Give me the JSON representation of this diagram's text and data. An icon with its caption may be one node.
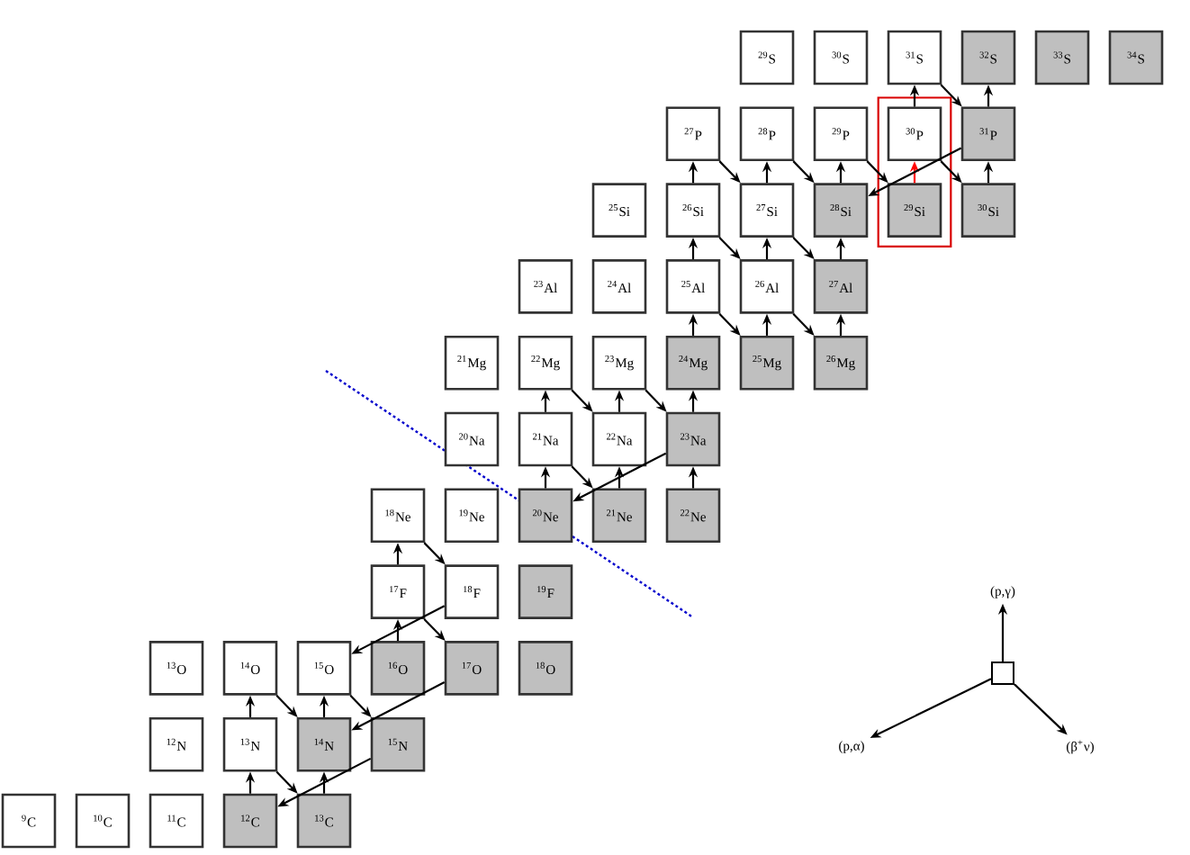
{
  "diagram": {
    "nodes": [
      {
        "text": [
          "$^{29}$S"
        ]
      },
      {
        "text": [
          "$^{30}$S"
        ]
      },
      {
        "text": [
          "$^{31}$S"
        ]
      },
      {
        "text": [
          "$^{32}$S"
        ]
      },
      {
        "text": [
          "$^{33}$S"
        ]
      },
      {
        "text": [
          "$^{34}$S"
        ]
      },
      {
        "text": [
          "$^{27}$P"
        ]
      },
      {
        "text": [
          "$^{28}$P"
        ]
      },
      {
        "text": [
          "$^{29}$P"
        ]
      },
      {
        "text": [
          "$^{30}$P"
        ]
      },
      {
        "text": [
          "$^{31}$P"
        ]
      },
      {
        "text": [
          "$^{25}$Si"
        ]
      },
      {
        "text": [
          "$^{26}$Si"
        ]
      },
      {
        "text": [
          "$^{27}$Si"
        ]
      },
      {
        "text": [
          "$^{28}$Si"
        ]
      },
      {
        "text": [
          "$^{29}$Si"
        ]
      },
      {
        "text": [
          "$^{30}$Si"
        ]
      },
      {
        "text": [
          "$^{23}$Al"
        ]
      },
      {
        "text": [
          "$^{24}$Al"
        ]
      },
      {
        "text": [
          "$^{25}$Al"
        ]
      },
      {
        "text": [
          "$^{26}$Al"
        ]
      },
      {
        "text": [
          "$^{27}$Al"
        ]
      },
      {
        "text": [
          "$^{21}$Mg"
        ]
      },
      {
        "text": [
          "$^{22}$Mg"
        ]
      },
      {
        "text": [
          "$^{23}$Mg"
        ]
      },
      {
        "text": [
          "$^{24}$Mg"
        ]
      },
      {
        "text": [
          "$^{25}$Mg"
        ]
      },
      {
        "text": [
          "$^{26}$Mg"
        ]
      },
      {
        "text": [
          "$^{20}$Na"
        ]
      },
      {
        "text": [
          "$^{21}$Na"
        ]
      },
      {
        "text": [
          "$^{22}$Na"
        ]
      },
      {
        "text": [
          "$^{23}$Na"
        ]
      },
      {
        "text": [
          "$^{18}$Ne"
        ]
      },
      {
        "text": [
          "$^{19}$Ne"
        ]
      },
      {
        "text": [
          "$^{20}$Ne"
        ]
      },
      {
        "text": [
          "$^{21}$Ne"
        ]
      },
      {
        "text": [
          "$^{22}$Ne"
        ]
      },
      {
        "text": [
          "$^{17}$F"
        ]
      },
      {
        "text": [
          "$^{18}$F"
        ]
      },
      {
        "text": [
          "$^{19}$F"
        ]
      },
      {
        "text": [
          "$^{13}$O"
        ]
      },
      {
        "text": [
          "$^{14}$O"
        ]
      },
      {
        "text": [
          "$^{15}$O"
        ]
      },
      {
        "text": [
          "$^{16}$O"
        ]
      },
      {
        "text": [
          "$^{17}$O"
        ]
      },
      {
        "text": [
          "$^{18}$O"
        ]
      },
      {
        "text": [
          "$^{12}$N"
        ]
      },
      {
        "text": [
          "$^{13}$N"
        ]
      },
      {
        "text": [
          "$^{14}$N"
        ]
      },
      {
        "text": [
          "$^{15}$N"
        ]
      },
      {
        "text": [
          "$^{9}$C"
        ]
      },
      {
        "text": [
          "$^{10}$C"
        ]
      },
      {
        "text": [
          "$^{11}$C"
        ]
      },
      {
        "text": [
          "$^{12}$C"
        ]
      },
      {
        "text": [
          "$^{13}$C"
        ]
      },
      {
        "text": [
          "(p,γ)"
        ]
      },
      {
        "text": [],
        "shape": "box"
      },
      {
        "text": [
          "(p,α)"
        ]
      },
      {
        "text": [
          "(β$^{+}$ν)"
        ]
      }
    ],
    "edges": [
      {
        "from": 53,
        "to": 47,
        "arrow": "to"
      },
      {
        "from": 47,
        "to": 54,
        "arrow": "to"
      },
      {
        "from": 54,
        "to": 48,
        "arrow": "to"
      },
      {
        "from": 48,
        "to": 42,
        "arrow": "to"
      },
      {
        "from": 42,
        "to": 49,
        "arrow": "to"
      },
      {
        "from": 49,
        "to": 53,
        "arrow": "to"
      },
      {
        "from": 47,
        "to": 41,
        "arrow": "to"
      },
      {
        "from": 41,
        "to": 48,
        "arrow": "to"
      },
      {
        "from": 43,
        "to": 37,
        "arrow": "to"
      },
      {
        "from": 37,
        "to": 44,
        "arrow": "to"
      },
      {
        "from": 44,
        "to": 48,
        "arrow": "to"
      },
      {
        "from": 37,
        "to": 32,
        "arrow": "to"
      },
      {
        "from": 32,
        "to": 38,
        "arrow": "to"
      },
      {
        "from": 38,
        "to": 42,
        "arrow": "to"
      },
      {
        "from": 34,
        "to": 29,
        "arrow": "to"
      },
      {
        "from": 29,
        "to": 35,
        "arrow": "to"
      },
      {
        "from": 35,
        "to": 30,
        "arrow": "to"
      },
      {
        "from": 36,
        "to": 31,
        "arrow": "to"
      },
      {
        "from": 31,
        "to": 34,
        "arrow": "to"
      },
      {
        "from": 29,
        "to": 23,
        "arrow": "to"
      },
      {
        "from": 23,
        "to": 30,
        "arrow": "to"
      },
      {
        "from": 30,
        "to": 24,
        "arrow": "to"
      },
      {
        "from": 24,
        "to": 31,
        "arrow": "to"
      },
      {
        "from": 31,
        "to": 25,
        "arrow": "to"
      },
      {
        "from": 25,
        "to": 19,
        "arrow": "to"
      },
      {
        "from": 19,
        "to": 26,
        "arrow": "to"
      },
      {
        "from": 26,
        "to": 20,
        "arrow": "to"
      },
      {
        "from": 20,
        "to": 27,
        "arrow": "to"
      },
      {
        "from": 27,
        "to": 21,
        "arrow": "to"
      },
      {
        "from": 19,
        "to": 12,
        "arrow": "to"
      },
      {
        "from": 12,
        "to": 20,
        "arrow": "to"
      },
      {
        "from": 20,
        "to": 13,
        "arrow": "to"
      },
      {
        "from": 13,
        "to": 21,
        "arrow": "to"
      },
      {
        "from": 21,
        "to": 14,
        "arrow": "to"
      },
      {
        "from": 12,
        "to": 6,
        "arrow": "to"
      },
      {
        "from": 6,
        "to": 13,
        "arrow": "to"
      },
      {
        "from": 13,
        "to": 7,
        "arrow": "to"
      },
      {
        "from": 7,
        "to": 14,
        "arrow": "to"
      },
      {
        "from": 14,
        "to": 8,
        "arrow": "to"
      },
      {
        "from": 8,
        "to": 15,
        "arrow": "to"
      },
      {
        "from": 15,
        "to": 9,
        "arrow": "to",
        "color": "#ff0000"
      },
      {
        "from": 9,
        "to": 16,
        "arrow": "to"
      },
      {
        "from": 16,
        "to": 10,
        "arrow": "to"
      },
      {
        "from": 10,
        "to": 14,
        "arrow": "to"
      },
      {
        "from": 9,
        "to": 2,
        "arrow": "to"
      },
      {
        "from": 2,
        "to": 10,
        "arrow": "to"
      },
      {
        "from": 10,
        "to": 3,
        "arrow": "to"
      },
      {
        "from": 56,
        "to": 55,
        "arrow": "to"
      },
      {
        "from": 56,
        "to": 57,
        "arrow": "to"
      },
      {
        "from": 56,
        "to": 58,
        "arrow": "to"
      }
    ]
  }
}
